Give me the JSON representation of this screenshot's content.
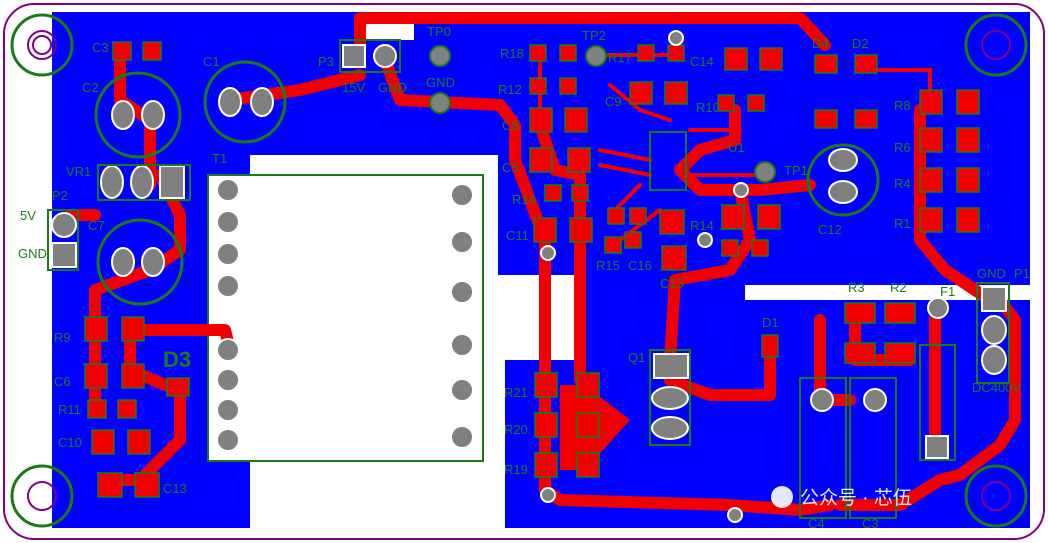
{
  "board": {
    "colors": {
      "copper_top": "#f00000",
      "copper_bottom": "#0000ff",
      "silk": "#1a7a1a",
      "pad": "#808080",
      "outline": "#800080",
      "background": "#ffffff"
    }
  },
  "labels": {
    "c3": "C3",
    "c2": "C2",
    "c1": "C1",
    "p3": "P3",
    "vr1": "VR1",
    "t1": "T1",
    "p2": "P2",
    "c7": "C7",
    "r9": "R9",
    "c6": "C6",
    "r11": "R11",
    "c10": "C10",
    "d3": "D3",
    "c13": "C13",
    "tp0": "TP0",
    "tp2": "TP2",
    "gnd_tp": "GND",
    "r18": "R18",
    "r17": "R17",
    "c14": "C14",
    "d4": "D4",
    "d2": "D2",
    "r12": "R12",
    "c9": "C9",
    "r10": "R10",
    "c8": "C8",
    "c5": "C5",
    "u1": "U1",
    "tp1": "TP1",
    "r16": "R16",
    "c11": "C11",
    "r14": "R14",
    "c12": "C12",
    "r15": "R15",
    "c16": "C16",
    "c15": "C15",
    "r8": "R8",
    "r6": "R6",
    "r4": "R4",
    "r1": "R1",
    "r3": "R3",
    "r2": "R2",
    "f1": "F1",
    "p1": "P1",
    "d1": "D1",
    "q1": "Q1",
    "r21": "R21",
    "r20": "R20",
    "r19": "R19",
    "c4": "C4",
    "c3b": "C3",
    "dc400v": "DC400V",
    "gnd_p1": "GND",
    "v15": "15V",
    "gnd_p3": "GND",
    "v5": "5V",
    "gnd_p2": "GND"
  },
  "watermark": {
    "text": "公众号 · 芯伍"
  }
}
